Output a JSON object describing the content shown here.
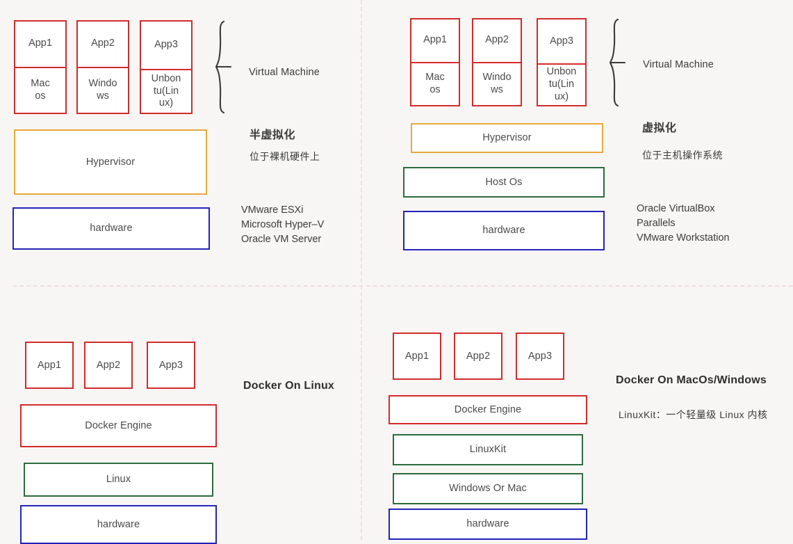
{
  "colors": {
    "background": "#f7f6f5",
    "app_border": "#d42a2a",
    "hypervisor_border": "#e8a93a",
    "os_border": "#2c6b3f",
    "hardware_border": "#2222bb",
    "divider": "#f3dde0",
    "text": "#3a3a3a"
  },
  "quadrants": {
    "top_left": {
      "id": "paravirtualization",
      "vms": [
        {
          "app": "App1",
          "os": "Mac\nos"
        },
        {
          "app": "App2",
          "os": "Windo\nws"
        },
        {
          "app": "App3",
          "os": "Unbon\ntu(Lin\nux)"
        }
      ],
      "brace_label": "Virtual Machine",
      "layers": [
        {
          "label": "Hypervisor",
          "color": "orange"
        },
        {
          "label": "hardware",
          "color": "blue"
        }
      ],
      "title_cn": "半虚拟化",
      "subtitle_cn": "位于裸机硬件上",
      "examples": "VMware ESXi\nMicrosoft Hyper–V\nOracle VM Server"
    },
    "top_right": {
      "id": "virtualization",
      "vms": [
        {
          "app": "App1",
          "os": "Mac\nos"
        },
        {
          "app": "App2",
          "os": "Windo\nws"
        },
        {
          "app": "App3",
          "os": "Unbon\ntu(Lin\nux)"
        }
      ],
      "brace_label": "Virtual Machine",
      "layers": [
        {
          "label": "Hypervisor",
          "color": "orange"
        },
        {
          "label": "Host Os",
          "color": "green"
        },
        {
          "label": "hardware",
          "color": "blue"
        }
      ],
      "title_cn": "虚拟化",
      "subtitle_cn": "位于主机操作系统",
      "examples": "Oracle VirtualBox\nParallels\nVMware Workstation"
    },
    "bottom_left": {
      "id": "docker-on-linux",
      "apps": [
        "App1",
        "App2",
        "App3"
      ],
      "layers": [
        {
          "label": "Docker Engine",
          "color": "red"
        },
        {
          "label": "Linux",
          "color": "green"
        },
        {
          "label": "hardware",
          "color": "blue"
        }
      ],
      "heading": "Docker On Linux"
    },
    "bottom_right": {
      "id": "docker-on-macos-windows",
      "apps": [
        "App1",
        "App2",
        "App3"
      ],
      "layers": [
        {
          "label": "Docker Engine",
          "color": "red"
        },
        {
          "label": "LinuxKit",
          "color": "green"
        },
        {
          "label": "Windows Or Mac",
          "color": "green"
        },
        {
          "label": "hardware",
          "color": "blue"
        }
      ],
      "heading": "Docker On MacOs/Windows",
      "note_cn": "LinuxKit：一个轻量级 Linux 内核"
    }
  }
}
